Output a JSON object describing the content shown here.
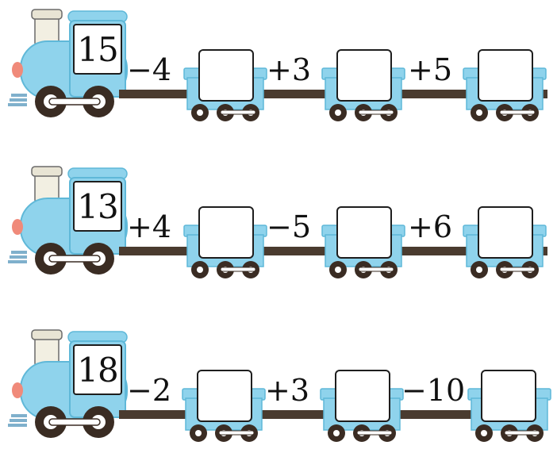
{
  "trains": [
    {
      "start": "15",
      "ops": [
        "−4",
        "+3",
        "+5"
      ]
    },
    {
      "start": "13",
      "ops": [
        "+4",
        "−5",
        "+6"
      ]
    },
    {
      "start": "18",
      "ops": [
        "−2",
        "+3",
        "−10"
      ]
    }
  ],
  "colors": {
    "body": "#8fd3ec",
    "body_dark": "#5fb8d8",
    "trim": "#ffffff",
    "wheel": "#3a2c23",
    "rail": "#4a3b2f",
    "chimney": "#f2efe2",
    "nose": "#f08a7a"
  }
}
